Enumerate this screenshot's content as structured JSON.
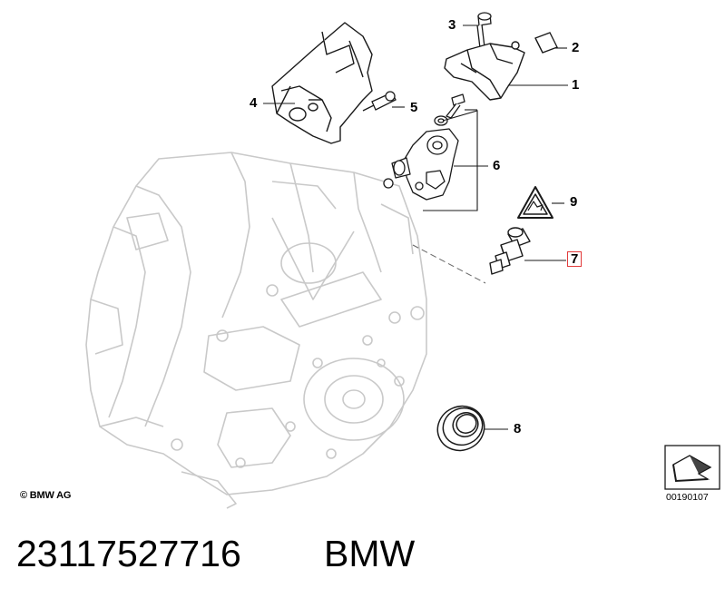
{
  "callouts": [
    {
      "id": "3",
      "text": "3"
    },
    {
      "id": "2",
      "text": "2"
    },
    {
      "id": "1",
      "text": "1"
    },
    {
      "id": "4",
      "text": "4"
    },
    {
      "id": "5",
      "text": "5"
    },
    {
      "id": "6",
      "text": "6"
    },
    {
      "id": "9",
      "text": "9"
    },
    {
      "id": "7",
      "text": "7",
      "highlighted": true
    },
    {
      "id": "8",
      "text": "8"
    }
  ],
  "copyright": "© BMW AG",
  "diagram_number": "00190107",
  "footer": {
    "part_number": "23117527716",
    "brand": "BMW"
  },
  "colors": {
    "line": "#1a1a1a",
    "ghost": "#c9c9c9",
    "highlight": "#e23a3a"
  }
}
